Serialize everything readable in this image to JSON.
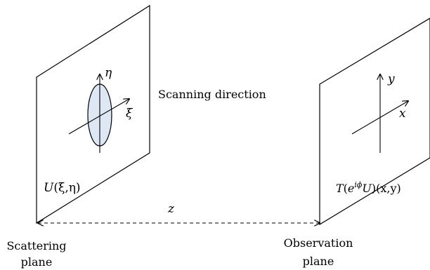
{
  "labels": {
    "scanning_direction": "Scanning direction",
    "z": "z",
    "scattering_line1": "Scattering",
    "scattering_line2": "plane",
    "observation_line1": "Observation",
    "observation_line2": "plane",
    "eta": "η",
    "xi": "ξ",
    "y": "y",
    "x": "x"
  },
  "formulas": {
    "scattering_field": {
      "U": "U",
      "args": "(ξ,η)"
    },
    "observation_field": {
      "T": "T",
      "open": "(",
      "e": "e",
      "sup": "iϕ",
      "U": "U",
      "close": ")",
      "args": "(x,y)"
    }
  },
  "colors": {
    "ellipse_fill": "#dde8f4",
    "stroke": "#000000"
  }
}
